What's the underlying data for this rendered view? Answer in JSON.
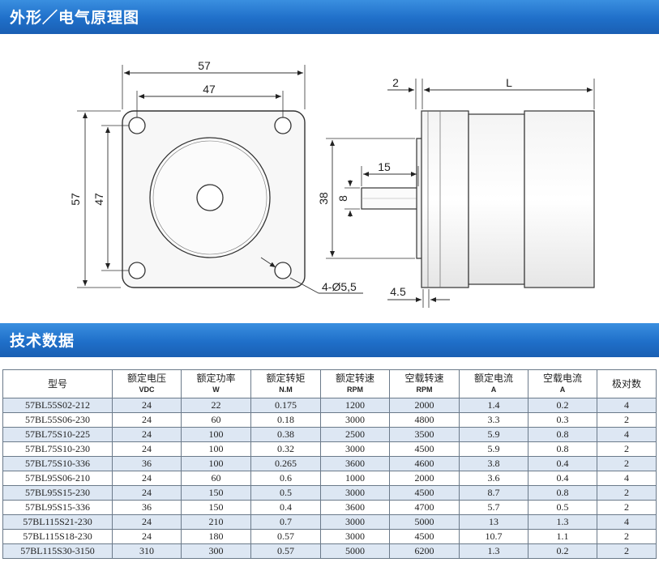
{
  "sections": {
    "outline_title": "外形／电气原理图",
    "specs_title": "技术数据"
  },
  "drawing": {
    "front": {
      "width_outer": "57",
      "width_holes": "47",
      "height_outer": "57",
      "height_holes": "47",
      "holes_label": "4-Ø5,5"
    },
    "side": {
      "flange_label": "2",
      "length_label": "L",
      "shaft_length": "15",
      "shaft_diameter": "8",
      "boss_diameter": "38",
      "flange_thickness": "4.5"
    }
  },
  "table": {
    "headers": [
      {
        "label": "型号",
        "unit": ""
      },
      {
        "label": "额定电压",
        "unit": "VDC"
      },
      {
        "label": "额定功率",
        "unit": "W"
      },
      {
        "label": "额定转矩",
        "unit": "N.M"
      },
      {
        "label": "额定转速",
        "unit": "RPM"
      },
      {
        "label": "空载转速",
        "unit": "RPM"
      },
      {
        "label": "额定电流",
        "unit": "A"
      },
      {
        "label": "空载电流",
        "unit": "A"
      },
      {
        "label": "极对数",
        "unit": ""
      }
    ],
    "rows": [
      [
        "57BL55S02-212",
        "24",
        "22",
        "0.175",
        "1200",
        "2000",
        "1.4",
        "0.2",
        "4"
      ],
      [
        "57BL55S06-230",
        "24",
        "60",
        "0.18",
        "3000",
        "4800",
        "3.3",
        "0.3",
        "2"
      ],
      [
        "57BL75S10-225",
        "24",
        "100",
        "0.38",
        "2500",
        "3500",
        "5.9",
        "0.8",
        "4"
      ],
      [
        "57BL75S10-230",
        "24",
        "100",
        "0.32",
        "3000",
        "4500",
        "5.9",
        "0.8",
        "2"
      ],
      [
        "57BL75S10-336",
        "36",
        "100",
        "0.265",
        "3600",
        "4600",
        "3.8",
        "0.4",
        "2"
      ],
      [
        "57BL95S06-210",
        "24",
        "60",
        "0.6",
        "1000",
        "2000",
        "3.6",
        "0.4",
        "4"
      ],
      [
        "57BL95S15-230",
        "24",
        "150",
        "0.5",
        "3000",
        "4500",
        "8.7",
        "0.8",
        "2"
      ],
      [
        "57BL95S15-336",
        "36",
        "150",
        "0.4",
        "3600",
        "4700",
        "5.7",
        "0.5",
        "2"
      ],
      [
        "57BL115S21-230",
        "24",
        "210",
        "0.7",
        "3000",
        "5000",
        "13",
        "1.3",
        "4"
      ],
      [
        "57BL115S18-230",
        "24",
        "180",
        "0.57",
        "3000",
        "4500",
        "10.7",
        "1.1",
        "2"
      ],
      [
        "57BL115S30-3150",
        "310",
        "300",
        "0.57",
        "5000",
        "6200",
        "1.3",
        "0.2",
        "2"
      ]
    ]
  }
}
